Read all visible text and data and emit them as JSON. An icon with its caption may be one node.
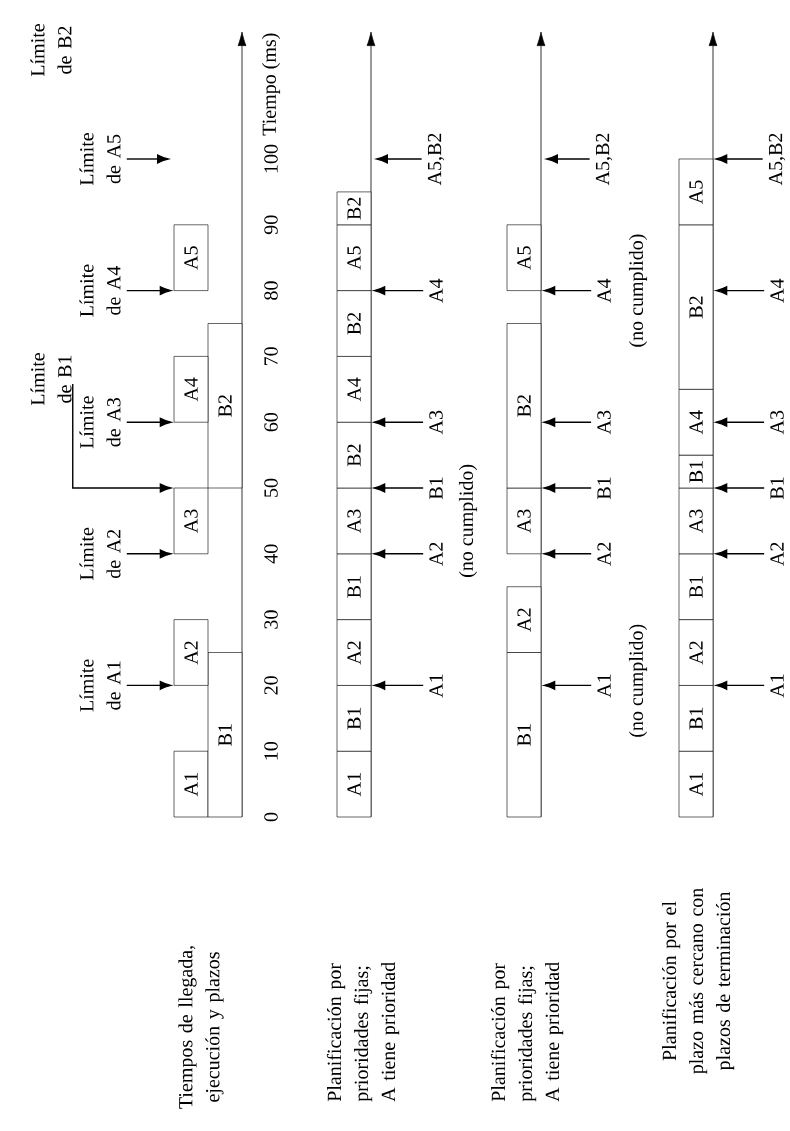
{
  "diagram": {
    "nodes": [
      {
        "text": [
          "A1"
        ]
      },
      {
        "text": [
          "B1"
        ]
      },
      {
        "text": [
          "A2"
        ]
      },
      {
        "text": [
          "A3"
        ]
      },
      {
        "text": [
          "B2"
        ]
      },
      {
        "text": [
          "A4"
        ]
      },
      {
        "text": [
          "A5"
        ]
      },
      {
        "text": [
          "Límite de A1"
        ]
      },
      {
        "text": [
          "Límite de A2"
        ]
      },
      {
        "text": [
          "Límite de B1"
        ]
      },
      {
        "text": [
          "Límite de A3"
        ]
      },
      {
        "text": [
          "Límite de A4"
        ]
      },
      {
        "text": [
          "Límite de A5"
        ]
      },
      {
        "text": [
          "A1"
        ]
      },
      {
        "text": [
          "B1"
        ]
      },
      {
        "text": [
          "A2"
        ]
      },
      {
        "text": [
          "B1"
        ]
      },
      {
        "text": [
          "A3"
        ]
      },
      {
        "text": [
          "B2"
        ]
      },
      {
        "text": [
          "A4"
        ]
      },
      {
        "text": [
          "B2"
        ]
      },
      {
        "text": [
          "A5"
        ]
      },
      {
        "text": [
          "B2"
        ]
      },
      {
        "text": [
          "A1"
        ]
      },
      {
        "text": [
          "A2"
        ],
        "beside": [
          "(no cumplido)"
        ]
      },
      {
        "text": [
          "B1"
        ]
      },
      {
        "text": [
          "A3"
        ]
      },
      {
        "text": [
          "A4"
        ]
      },
      {
        "text": [
          "A5,B2"
        ]
      },
      {
        "text": [
          "B1"
        ]
      },
      {
        "text": [
          "A2"
        ]
      },
      {
        "text": [
          "A3"
        ]
      },
      {
        "text": [
          "B2"
        ]
      },
      {
        "text": [
          "A5"
        ]
      },
      {
        "text": [
          "A1"
        ],
        "beside": [
          "(no cumplido)"
        ]
      },
      {
        "text": [
          "A2"
        ]
      },
      {
        "text": [
          "B1"
        ]
      },
      {
        "text": [
          "A3"
        ]
      },
      {
        "text": [
          "A4"
        ],
        "beside": [
          "(no cumplido)"
        ]
      },
      {
        "text": [
          "A5,B2"
        ]
      },
      {
        "text": [
          "A1"
        ]
      },
      {
        "text": [
          "B1"
        ]
      },
      {
        "text": [
          "A2"
        ]
      },
      {
        "text": [
          "B1"
        ]
      },
      {
        "text": [
          "A3"
        ]
      },
      {
        "text": [
          "B1"
        ]
      },
      {
        "text": [
          "A4"
        ]
      },
      {
        "text": [
          "B2"
        ]
      },
      {
        "text": [
          "A5"
        ]
      },
      {
        "text": [
          "A1"
        ]
      },
      {
        "text": [
          "A2"
        ]
      },
      {
        "text": [
          "B1"
        ]
      },
      {
        "text": [
          "A3"
        ]
      },
      {
        "text": [
          "A4"
        ]
      },
      {
        "text": [
          "A5,B2"
        ]
      }
    ],
    "edges": [
      {
        "from": 7,
        "to": 2,
        "arrow": "to"
      },
      {
        "from": 8,
        "to": 3,
        "arrow": "to"
      },
      {
        "from": 9,
        "to": 3,
        "arrow": "to"
      },
      {
        "from": 10,
        "to": 5,
        "arrow": "to"
      },
      {
        "from": 11,
        "to": 6,
        "arrow": "to"
      },
      {
        "from": 12,
        "to": null,
        "arrow": "to"
      },
      {
        "from": 23,
        "to": 15,
        "arrow": "to"
      },
      {
        "from": 24,
        "to": 17,
        "arrow": "to"
      },
      {
        "from": 25,
        "to": 17,
        "arrow": "to"
      },
      {
        "from": 26,
        "to": 19,
        "arrow": "to"
      },
      {
        "from": 27,
        "to": 20,
        "arrow": "to"
      },
      {
        "from": 28,
        "to": null,
        "arrow": "to"
      },
      {
        "from": 34,
        "to": 29,
        "arrow": "to"
      },
      {
        "from": 35,
        "to": 31,
        "arrow": "to"
      },
      {
        "from": 36,
        "to": 31,
        "arrow": "to"
      },
      {
        "from": 37,
        "to": 32,
        "arrow": "to"
      },
      {
        "from": 38,
        "to": 33,
        "arrow": "to"
      },
      {
        "from": 39,
        "to": null,
        "arrow": "to"
      },
      {
        "from": 49,
        "to": 41,
        "arrow": "to"
      },
      {
        "from": 50,
        "to": 43,
        "arrow": "to"
      },
      {
        "from": 51,
        "to": 44,
        "arrow": "to"
      },
      {
        "from": 52,
        "to": 46,
        "arrow": "to"
      },
      {
        "from": 53,
        "to": 47,
        "arrow": "to"
      },
      {
        "from": 54,
        "to": 48,
        "arrow": "to"
      }
    ],
    "labels": [
      "Límite de B2",
      "0",
      "10",
      "20",
      "30",
      "40",
      "50",
      "60",
      "70",
      "80",
      "90",
      "100",
      "Tiempo (ms)",
      "Tiempos de llegada, ejecución y plazos",
      "Planificación por prioridades fijas; A tiene prioridad",
      "Planificación por prioridades fijas; A tiene prioridad",
      "Planificación por el plazo más cercano con plazos de terminación"
    ]
  }
}
